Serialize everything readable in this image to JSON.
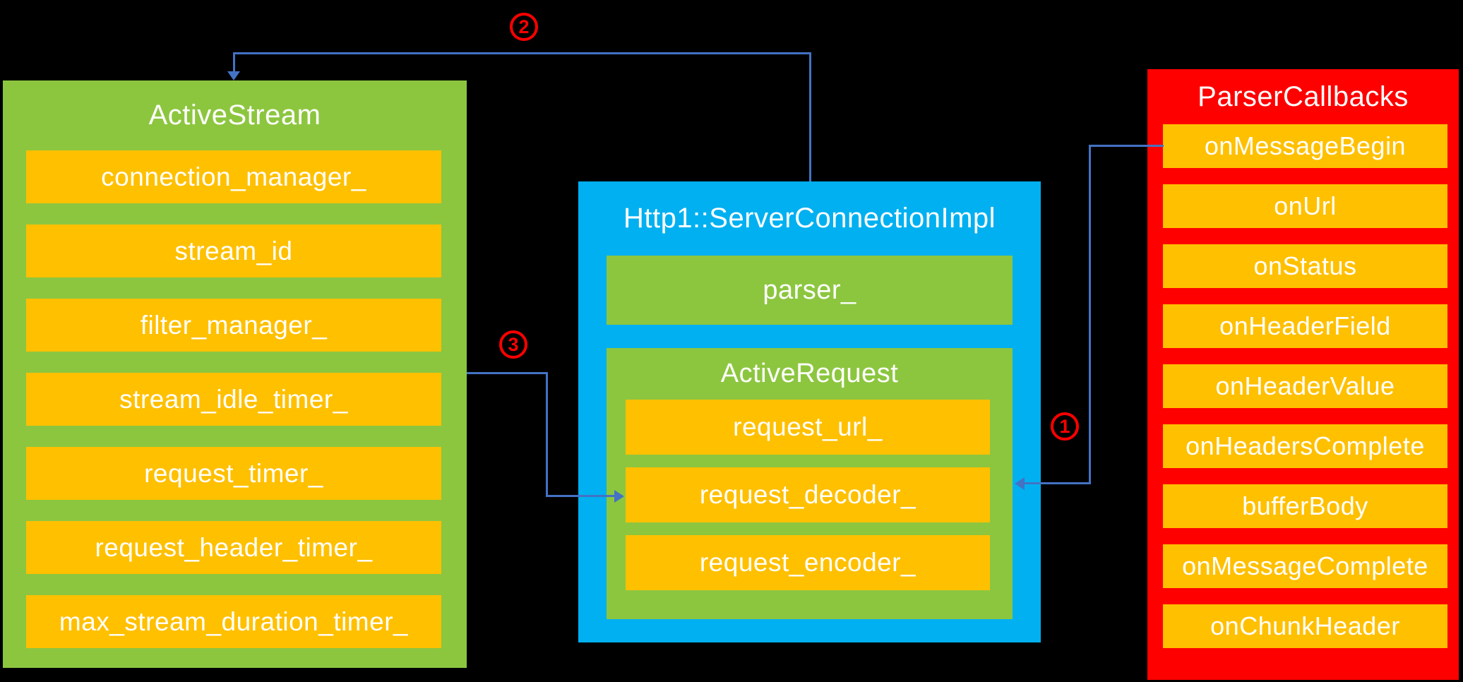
{
  "diagram": {
    "colors": {
      "background": "#000000",
      "box_green": "#8CC63F",
      "box_blue": "#00B0F0",
      "box_red": "#FF0000",
      "field_orange": "#FFC000",
      "connector_blue": "#4472C4",
      "text": "#FFFFFF",
      "step_label_red": "#FF0000"
    },
    "active_stream": {
      "title": "ActiveStream",
      "fields": [
        "connection_manager_",
        "stream_id",
        "filter_manager_",
        "stream_idle_timer_",
        "request_timer_",
        "request_header_timer_",
        "max_stream_duration_timer_"
      ]
    },
    "server_connection_impl": {
      "title": "Http1::ServerConnectionImpl",
      "parser_field": "parser_",
      "active_request": {
        "title": "ActiveRequest",
        "fields": [
          "request_url_",
          "request_decoder_",
          "request_encoder_"
        ]
      }
    },
    "parser_callbacks": {
      "title": "ParserCallbacks",
      "fields": [
        "onMessageBegin",
        "onUrl",
        "onStatus",
        "onHeaderField",
        "onHeaderValue",
        "onHeadersComplete",
        "bufferBody",
        "onMessageComplete",
        "onChunkHeader"
      ]
    },
    "annotations": {
      "step1": "1",
      "step2": "2",
      "step3": "3"
    }
  }
}
